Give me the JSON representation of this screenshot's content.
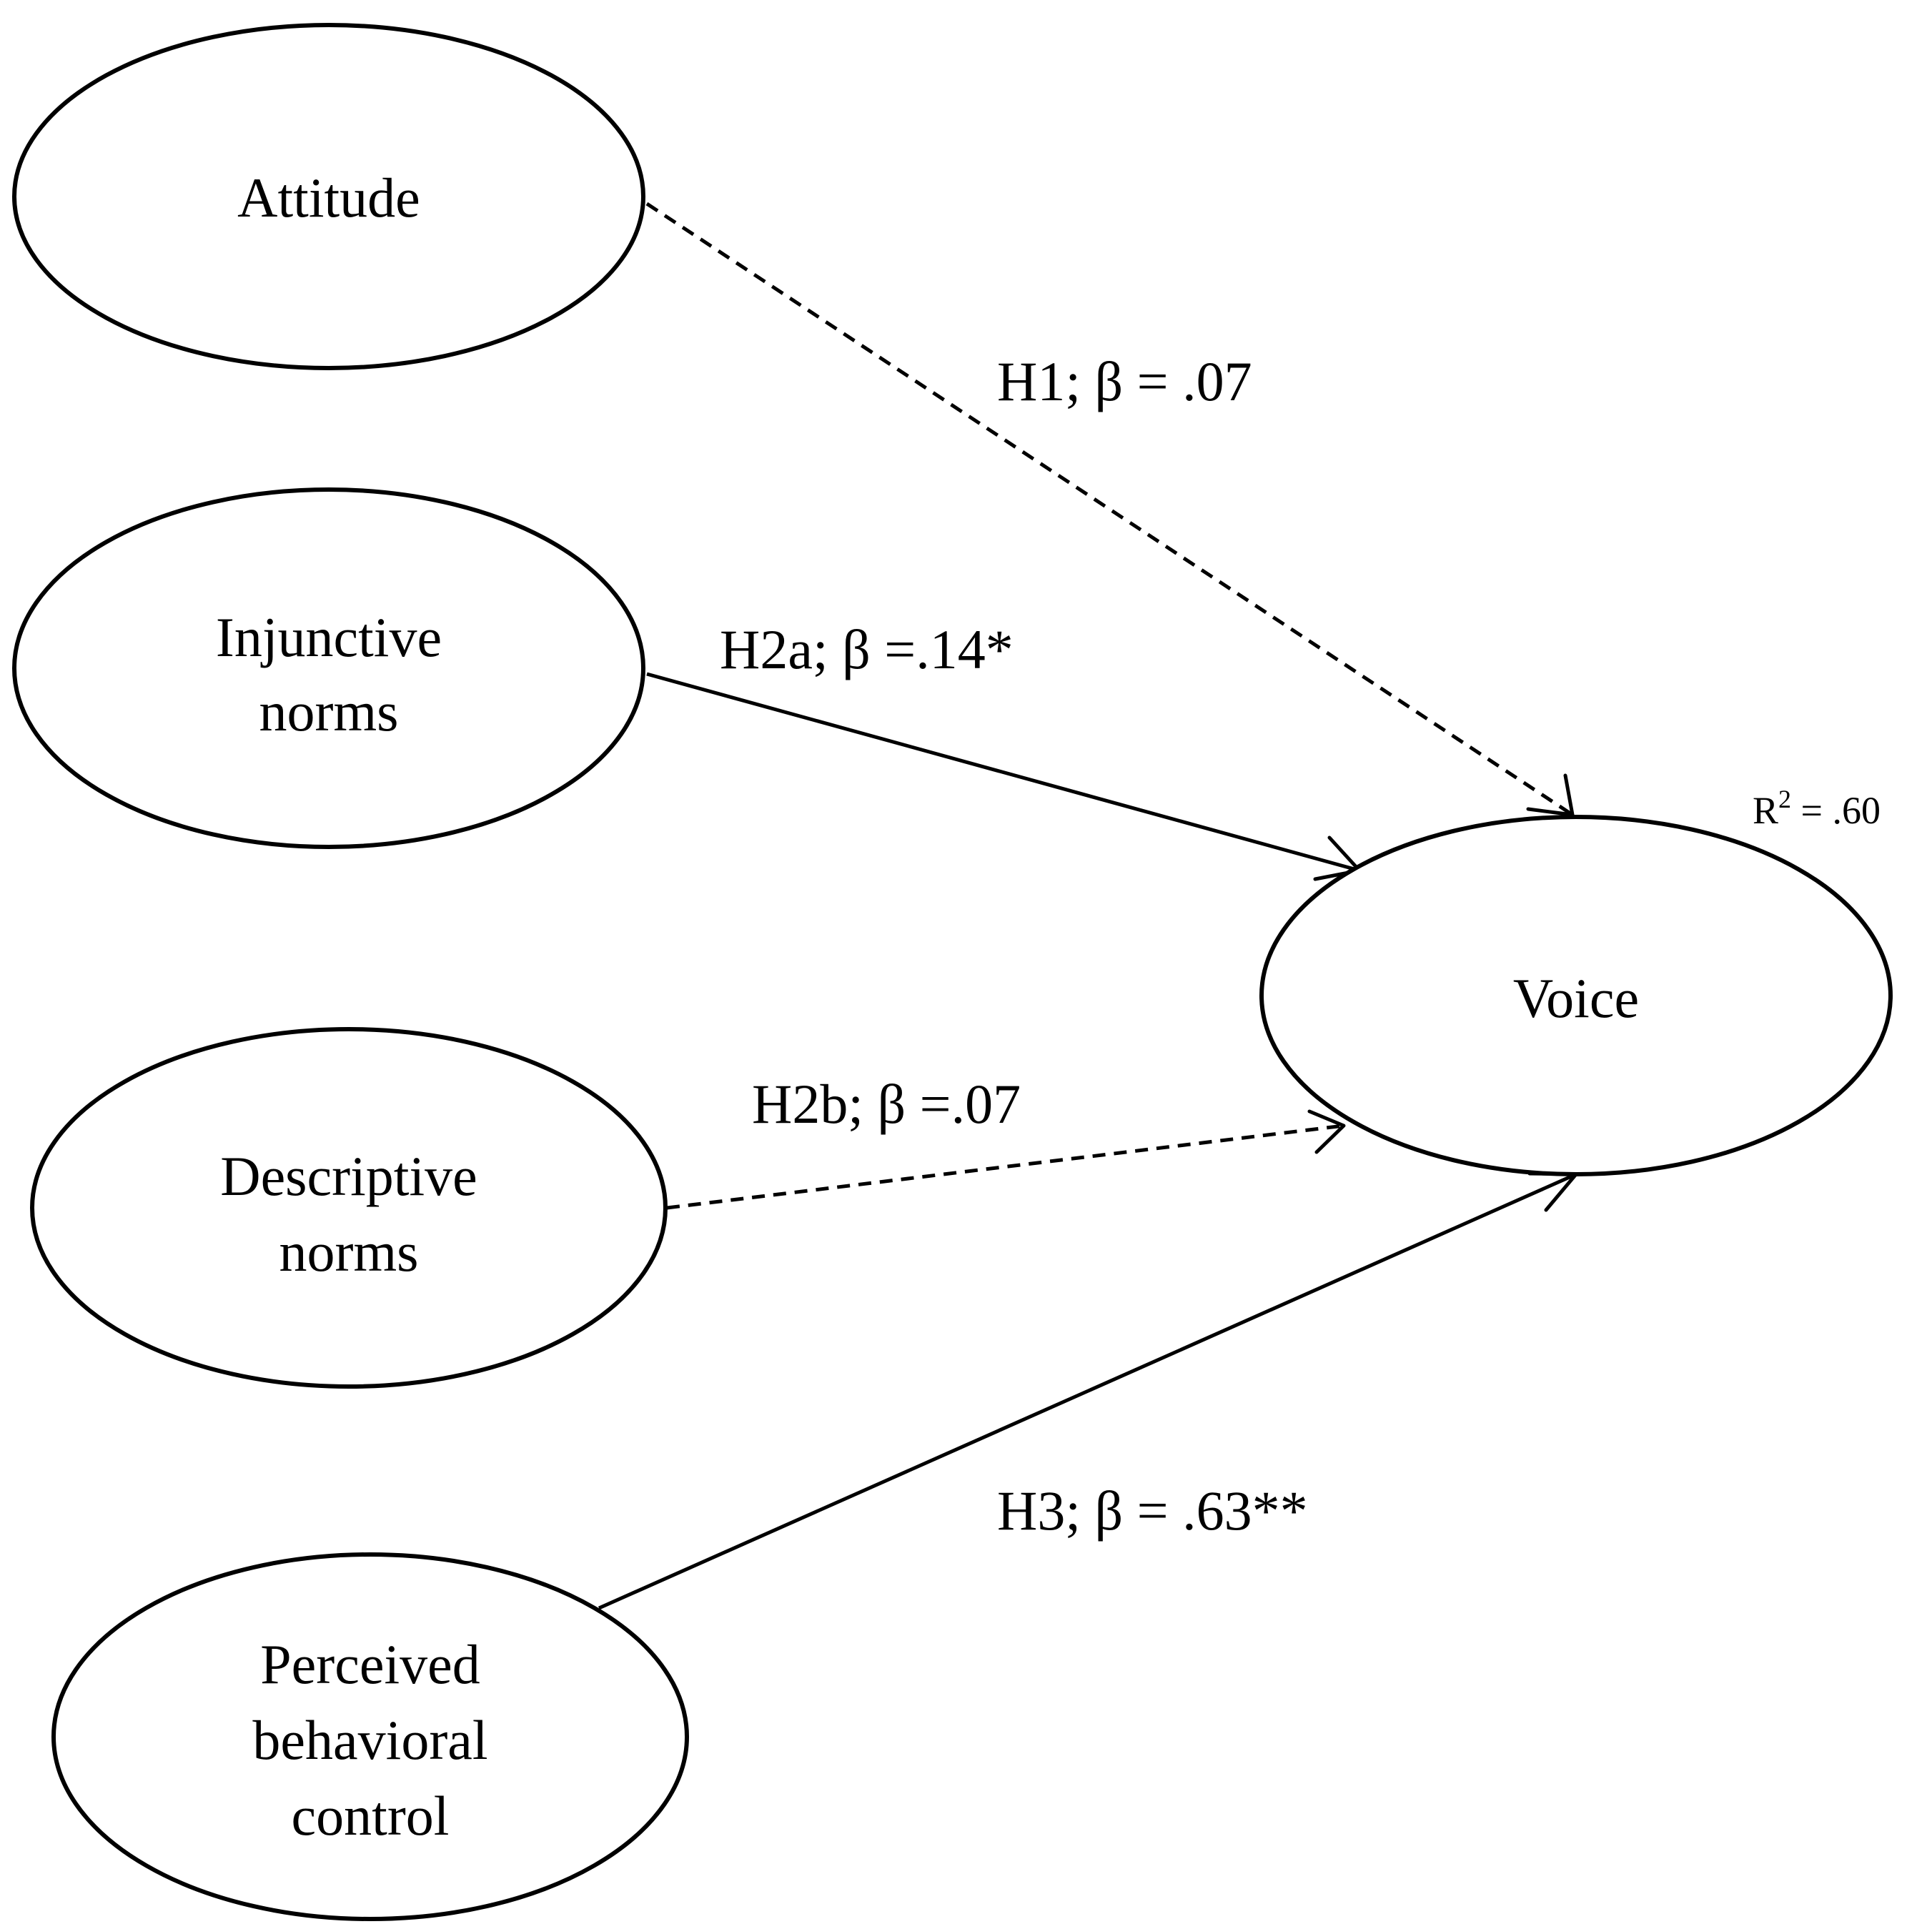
{
  "nodes": {
    "attitude": {
      "lines": [
        "Attitude"
      ]
    },
    "injunctive": {
      "lines": [
        "Injunctive",
        "norms"
      ]
    },
    "descriptive": {
      "lines": [
        "Descriptive",
        "norms"
      ]
    },
    "pbc": {
      "lines": [
        "Perceived",
        "behavioral",
        "control"
      ]
    },
    "voice": {
      "lines": [
        "Voice"
      ]
    }
  },
  "r_squared": {
    "prefix": "R",
    "superscript": "2",
    "value": " = .60"
  },
  "edges": {
    "h1": {
      "label": "H1; β = .07",
      "style": "dashed"
    },
    "h2a": {
      "label": "H2a; β =.14*",
      "style": "solid"
    },
    "h2b": {
      "label": "H2b; β =.07",
      "style": "dashed"
    },
    "h3": {
      "label": "H3; β = .63**",
      "style": "solid"
    }
  },
  "colors": {
    "stroke": "#000000",
    "background": "#ffffff"
  }
}
